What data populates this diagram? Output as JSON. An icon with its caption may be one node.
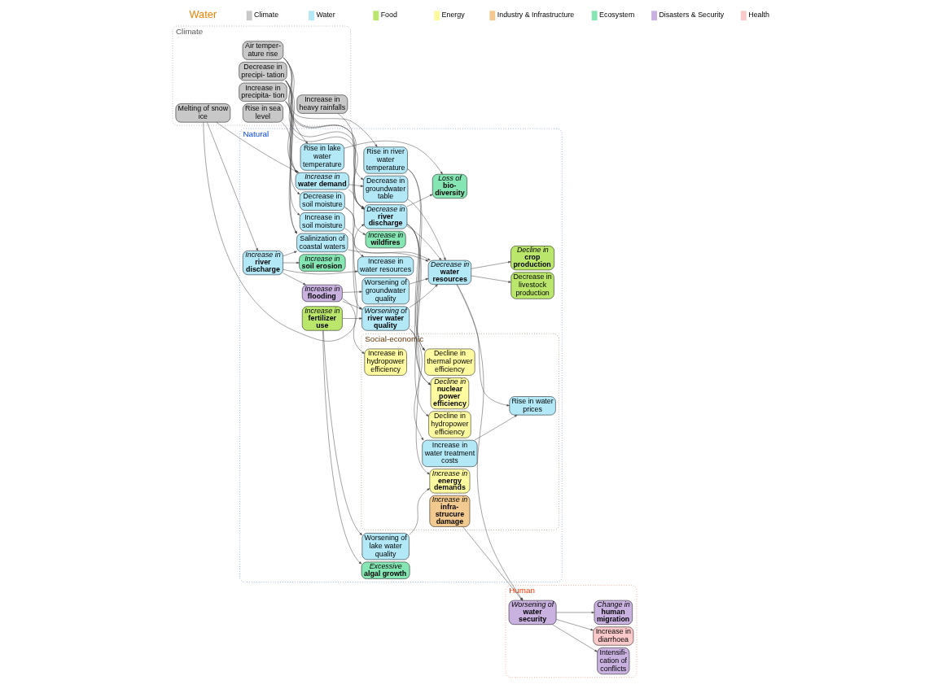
{
  "diagram": {
    "nodes": [
      {
        "text": [
          "Climate"
        ]
      },
      {
        "text": [
          "Natural"
        ]
      },
      {
        "text": [
          "Human"
        ]
      },
      {
        "text": [
          "Social-economic"
        ],
        "in": 1
      },
      {
        "text": [
          "Decrease in precipi- tation"
        ],
        "in": 0
      },
      {
        "text": [
          "Air temper- ature rise"
        ],
        "in": 0
      },
      {
        "text": [
          "Melting of snow ice"
        ],
        "in": 0
      },
      {
        "text": [
          "Increase in precipita- tion"
        ],
        "in": 0
      },
      {
        "text": [
          "Increase in heavy rainfalls"
        ],
        "in": 0
      },
      {
        "text": [
          "Rise in sea level"
        ],
        "in": 0
      },
      {
        "text": [
          "Rise in lake water temperature"
        ],
        "in": 1
      },
      {
        "text": [
          "Decrease in soil moisture"
        ],
        "in": 1
      },
      {
        "text": [
          "Decrease in groundwater table"
        ],
        "in": 1
      },
      {
        "text": [
          "Increase in",
          "water demand"
        ],
        "in": 1
      },
      {
        "text": [
          "Increase in",
          "wildfires"
        ],
        "in": 1
      },
      {
        "text": [
          "Decrease in",
          "river discharge"
        ],
        "in": 1
      },
      {
        "text": [
          "Loss of",
          "bio- diversity"
        ],
        "in": 1
      },
      {
        "text": [
          "Increase in",
          "river discharge"
        ],
        "in": 1
      },
      {
        "text": [
          "Increase in",
          "soil erosion"
        ],
        "in": 1
      },
      {
        "text": [
          "Excessive",
          "algal growth"
        ],
        "in": 1
      },
      {
        "text": [
          "Increase in",
          "fertilizer use"
        ],
        "in": 1
      },
      {
        "text": [
          "Increase in soil moisture"
        ],
        "in": 1
      },
      {
        "text": [
          "Worsening of lake water quality"
        ],
        "in": 1
      },
      {
        "text": [
          "Increase in",
          "flooding"
        ],
        "in": 1
      },
      {
        "text": [
          "Increase in water resources"
        ],
        "in": 1
      },
      {
        "text": [
          "Worsening of",
          "river water quality"
        ],
        "in": 1
      },
      {
        "text": [
          "Decrease in",
          "water resources"
        ],
        "in": 1
      },
      {
        "text": [
          "Decrease in livestock production"
        ],
        "in": 1
      },
      {
        "text": [
          "Salinization of coastal waters"
        ],
        "in": 1
      },
      {
        "text": [
          "Decline in",
          "crop production"
        ],
        "in": 1
      },
      {
        "text": [
          "Worsening of groundwater quality"
        ],
        "in": 1
      },
      {
        "text": [
          "Rise in river water temperature"
        ],
        "in": 1
      },
      {
        "text": [
          "Increase in",
          "energy demands"
        ],
        "in": 3
      },
      {
        "text": [
          "Decline in hydropower efficiency"
        ],
        "in": 3
      },
      {
        "text": [
          "Increase in water treatment costs"
        ],
        "in": 3
      },
      {
        "text": [
          "Rise in water prices"
        ],
        "in": 3
      },
      {
        "text": [
          "Decline in thermal power efficiency"
        ],
        "in": 3
      },
      {
        "text": [
          "Decline in",
          "nuclear power efficiency"
        ],
        "in": 3
      },
      {
        "text": [
          "Increase in",
          "infra- strucure damage"
        ],
        "in": 3
      },
      {
        "text": [
          "Increase in hydropower efficiency"
        ],
        "in": 3
      },
      {
        "text": [
          "Increase in diarrhoea"
        ],
        "in": 2
      },
      {
        "text": [
          "Change in",
          "human migration"
        ],
        "in": 2
      },
      {
        "text": [
          "Intensifi- cation of conflicts"
        ],
        "in": 2
      },
      {
        "text": [
          "Worsening of",
          "water security"
        ],
        "in": 2
      }
    ],
    "edges": [
      {
        "from": 5,
        "to": 10,
        "arrow": "to"
      },
      {
        "from": 4,
        "to": 11,
        "arrow": "to"
      },
      {
        "from": 4,
        "to": 12,
        "arrow": "to"
      },
      {
        "from": 4,
        "to": 13,
        "arrow": "to"
      },
      {
        "from": 5,
        "to": 13,
        "arrow": "to"
      },
      {
        "from": 6,
        "to": 13,
        "arrow": "to"
      },
      {
        "from": 7,
        "to": 13,
        "arrow": "to"
      },
      {
        "from": 4,
        "to": 15,
        "arrow": "to"
      },
      {
        "from": 5,
        "to": 15,
        "arrow": "to"
      },
      {
        "from": 6,
        "to": 15,
        "arrow": "to"
      },
      {
        "from": 7,
        "to": 15,
        "arrow": "to"
      },
      {
        "from": 13,
        "to": 12,
        "arrow": "to"
      },
      {
        "from": 13,
        "to": 15,
        "arrow": "to"
      },
      {
        "from": 6,
        "to": 17,
        "arrow": "to"
      },
      {
        "from": 7,
        "to": 21,
        "arrow": "to"
      },
      {
        "from": 4,
        "to": 28,
        "arrow": "to"
      },
      {
        "from": 9,
        "to": 28,
        "arrow": "to"
      },
      {
        "from": 5,
        "to": 31,
        "arrow": "to"
      },
      {
        "from": 8,
        "to": 25,
        "arrow": "to"
      },
      {
        "from": 10,
        "to": 16,
        "arrow": "to"
      },
      {
        "from": 11,
        "to": 14,
        "arrow": "to"
      },
      {
        "from": 11,
        "to": 26,
        "arrow": "to"
      },
      {
        "from": 12,
        "to": 26,
        "arrow": "to"
      },
      {
        "from": 15,
        "to": 16,
        "arrow": "to"
      },
      {
        "from": 15,
        "to": 26,
        "arrow": "to"
      },
      {
        "from": 15,
        "to": 33,
        "arrow": "to"
      },
      {
        "from": 15,
        "to": 36,
        "arrow": "to"
      },
      {
        "from": 15,
        "to": 37,
        "arrow": "to"
      },
      {
        "from": 17,
        "to": 18,
        "arrow": "to"
      },
      {
        "from": 17,
        "to": 24,
        "arrow": "to"
      },
      {
        "from": 17,
        "to": 23,
        "arrow": "to"
      },
      {
        "from": 17,
        "to": 28,
        "arrow": "to"
      },
      {
        "from": 21,
        "to": 24,
        "arrow": "to"
      },
      {
        "from": 20,
        "to": 19,
        "arrow": "to"
      },
      {
        "from": 20,
        "to": 22,
        "arrow": "to"
      },
      {
        "from": 20,
        "to": 25,
        "arrow": "to"
      },
      {
        "from": 22,
        "to": 32,
        "arrow": "to"
      },
      {
        "from": 23,
        "to": 25,
        "arrow": "to"
      },
      {
        "from": 23,
        "to": 30,
        "arrow": "to"
      },
      {
        "from": 23,
        "to": 39,
        "arrow": "to"
      },
      {
        "from": 25,
        "to": 32,
        "arrow": "to"
      },
      {
        "from": 25,
        "to": 34,
        "arrow": "to"
      },
      {
        "from": 25,
        "to": 26,
        "arrow": "to"
      },
      {
        "from": 28,
        "to": 26,
        "arrow": "to"
      },
      {
        "from": 30,
        "to": 26,
        "arrow": "to"
      },
      {
        "from": 26,
        "to": 27,
        "arrow": "to"
      },
      {
        "from": 26,
        "to": 29,
        "arrow": "to"
      },
      {
        "from": 26,
        "to": 35,
        "arrow": "to"
      },
      {
        "from": 26,
        "to": 43,
        "arrow": "to"
      },
      {
        "from": 31,
        "to": 36,
        "arrow": "to"
      },
      {
        "from": 31,
        "to": 37,
        "arrow": "to"
      },
      {
        "from": 34,
        "to": 35,
        "arrow": "to"
      },
      {
        "from": 38,
        "to": 43,
        "arrow": "to"
      },
      {
        "from": 43,
        "to": 40,
        "arrow": "to"
      },
      {
        "from": 43,
        "to": 41,
        "arrow": "to"
      },
      {
        "from": 43,
        "to": 42,
        "arrow": "to"
      }
    ],
    "labels": [
      "Water"
    ],
    "legend": [
      {
        "text": "Climate",
        "color": "#c8c8c8"
      },
      {
        "text": "Water",
        "color": "#b3e8f7"
      },
      {
        "text": "Food",
        "color": "#b9e66b"
      },
      {
        "text": "Energy",
        "color": "#fdfaa0"
      },
      {
        "text": "Industry & Infrastructure",
        "color": "#f2c98e"
      },
      {
        "text": "Ecosystem",
        "color": "#86e6b3"
      },
      {
        "text": "Disasters & Security",
        "color": "#c9b1e0"
      },
      {
        "text": "Health",
        "color": "#fbc9c9"
      }
    ]
  }
}
